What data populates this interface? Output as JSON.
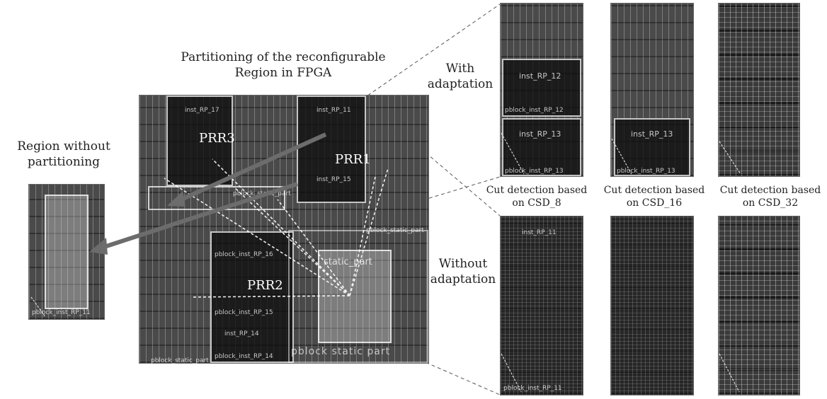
{
  "title": {
    "line1": "Partitioning of the reconfigurable",
    "line2": "Region in FPGA"
  },
  "left_label": {
    "line1": "Region without",
    "line2": "partitioning"
  },
  "with_label": {
    "line1": "With",
    "line2": "adaptation"
  },
  "without_label": {
    "line1": "Without",
    "line2": "adaptation"
  },
  "columns": [
    {
      "caption_line1": "Cut detection based",
      "caption_line2": "on CSD_8"
    },
    {
      "caption_line1": "Cut detection based",
      "caption_line2": "on CSD_16"
    },
    {
      "caption_line1": "Cut detection based",
      "caption_line2": "on CSD_32"
    }
  ],
  "main_fpga": {
    "prr1": "PRR1",
    "prr2": "PRR2",
    "prr3": "PRR3",
    "pblocks": {
      "rp17": "inst_RP_17",
      "rp11": "inst_RP_11",
      "rp15": "inst_RP_15",
      "rp16": "pblock_inst_RP_16",
      "rp15b": "pblock_inst_RP_15",
      "rp14": "inst_RP_14",
      "rp14b": "pblock_inst_RP_14",
      "static_top": "pblock_static_part",
      "static_right": "pblock_static_part",
      "static_left_bottom": "pblock_static_part",
      "static_center": "static_part",
      "static_bottom": "pblock static part"
    }
  },
  "left_fpga": {
    "pblock": "pblock_inst_RP_11"
  },
  "with_tile": {
    "rp12": "inst_RP_12",
    "rp12b": "pblock_inst_RP_12",
    "rp13": "inst_RP_13",
    "rp13b": "pblock_inst_RP_13"
  },
  "with_tile_b": {
    "rp13": "inst_RP_13",
    "rp13b": "pblock_inst_RP_13"
  },
  "without_tile": {
    "rp11": "inst_RP_11",
    "rp11b": "pblock_inst_RP_11"
  }
}
